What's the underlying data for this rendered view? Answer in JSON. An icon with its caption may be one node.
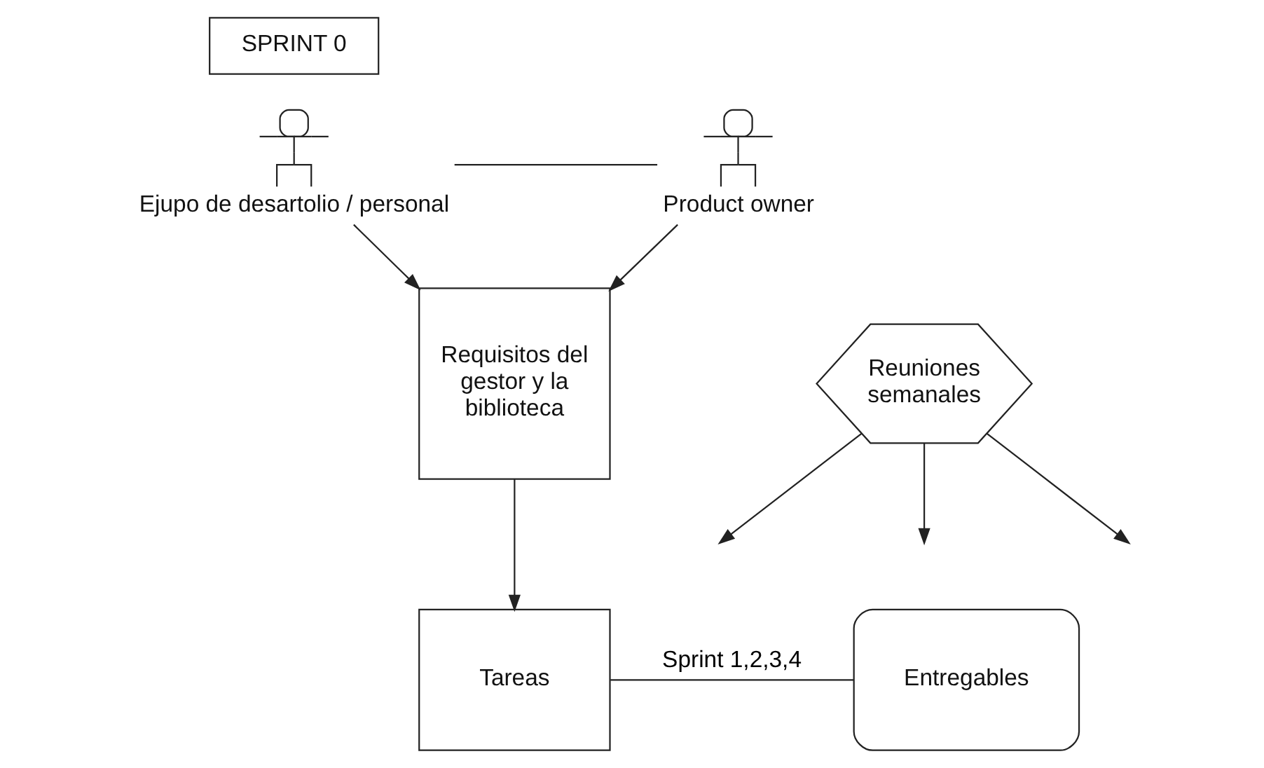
{
  "diagram": {
    "nodes": [
      {
        "text": [
          "SPRINT 0"
        ]
      },
      {
        "text": [
          "Ejupo de desartolio / personal"
        ]
      },
      {
        "text": [
          "Product owner"
        ]
      },
      {
        "text": [
          "Requisitos del gestor y la biblioteca"
        ]
      },
      {
        "text": [
          "Reuniones semanales"
        ]
      },
      {
        "text": [
          "Tareas"
        ]
      },
      {
        "text": [
          "Entregables"
        ]
      }
    ],
    "edges": [
      {
        "from": 1,
        "to": 2,
        "arrow": "none"
      },
      {
        "from": 1,
        "to": 3,
        "arrow": "to"
      },
      {
        "from": 2,
        "to": 3,
        "arrow": "to"
      },
      {
        "from": 3,
        "to": 5,
        "arrow": "to"
      },
      {
        "from": 4,
        "to": null,
        "arrow": "to"
      },
      {
        "from": 4,
        "to": null,
        "arrow": "to"
      },
      {
        "from": 4,
        "to": null,
        "arrow": "to"
      },
      {
        "from": 5,
        "to": 6,
        "arrow": "none",
        "label": "Sprint 1,2,3,4"
      }
    ]
  }
}
